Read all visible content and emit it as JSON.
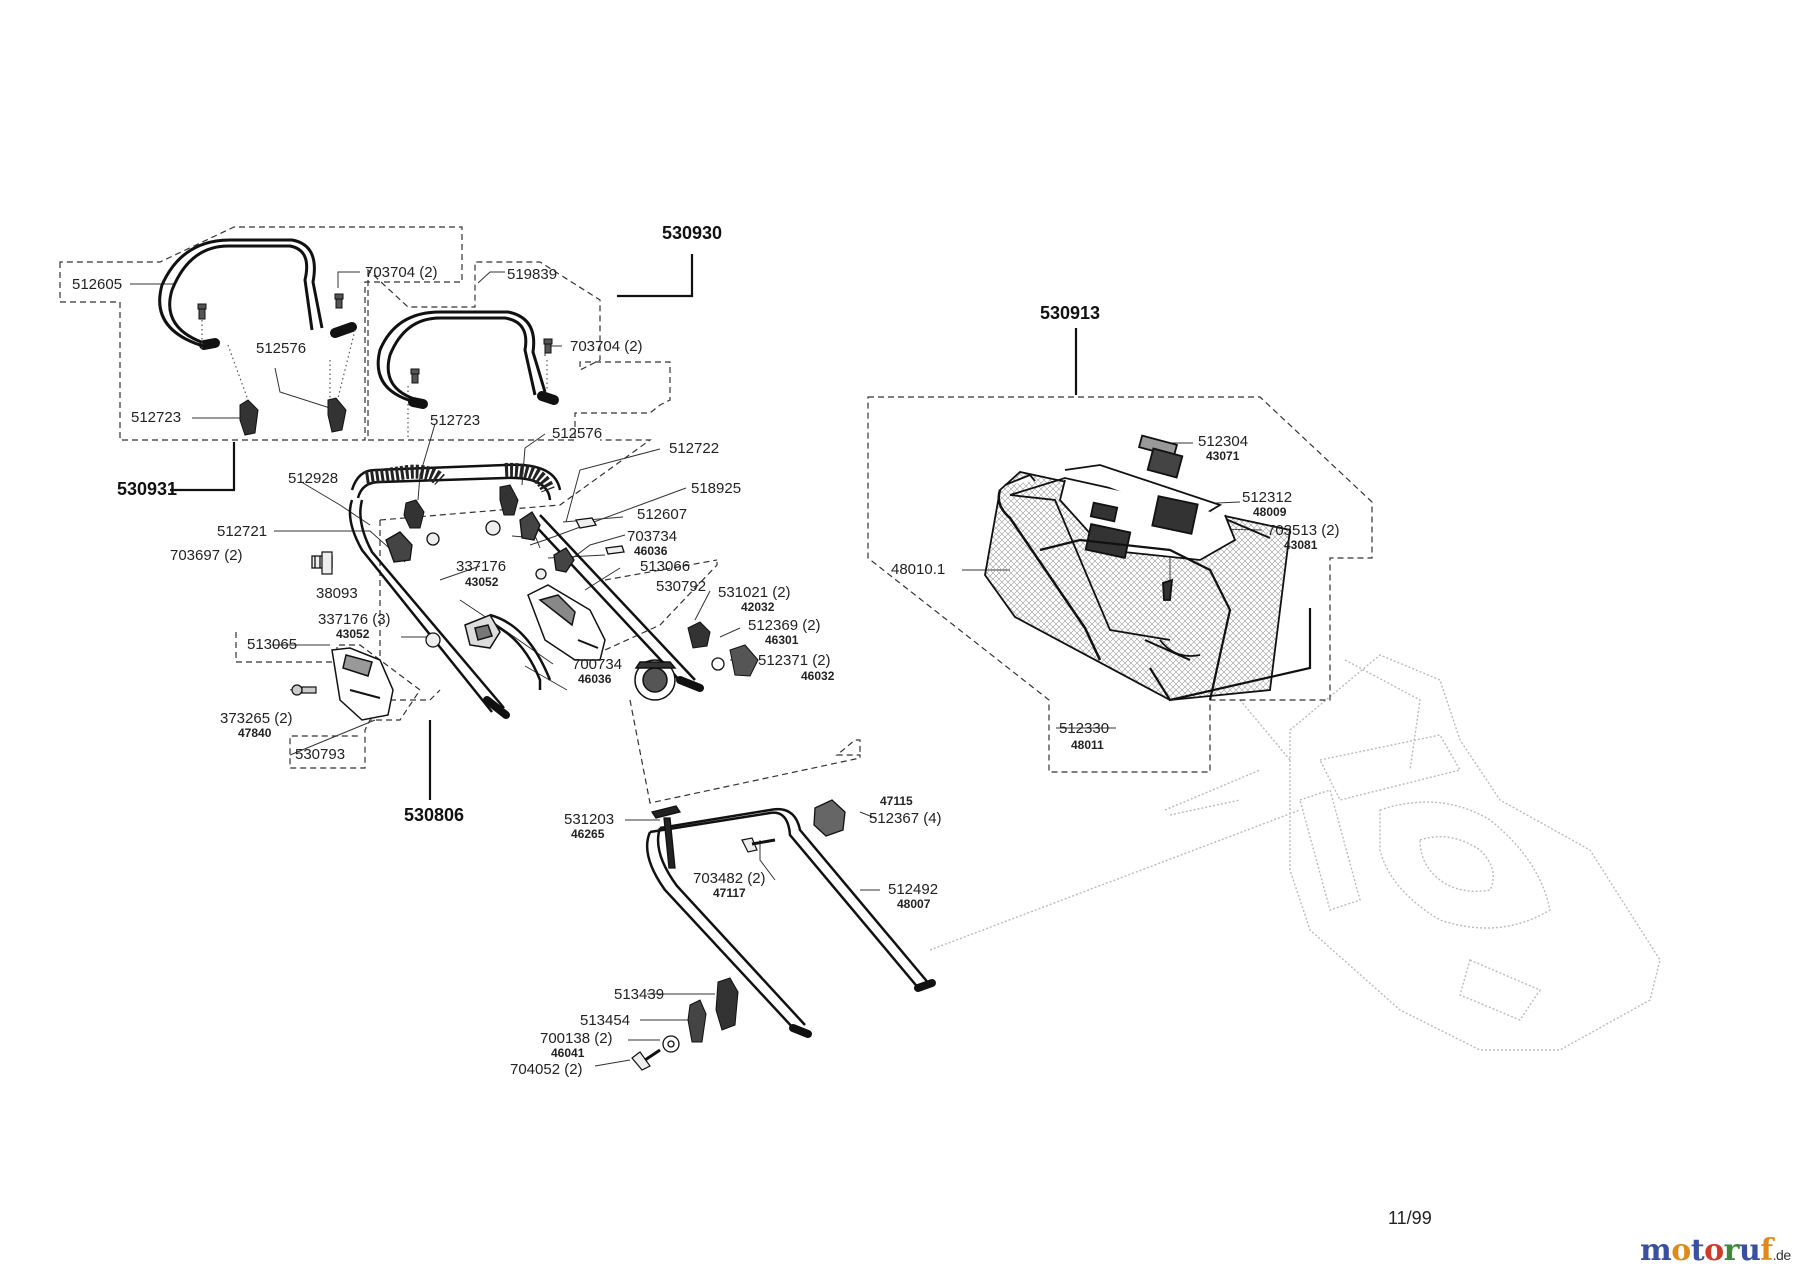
{
  "groups": {
    "g530930": "530930",
    "g530913": "530913",
    "g530931": "530931",
    "g530806": "530806"
  },
  "labels": {
    "a512605": "512605",
    "a703704_1": "703704 (2)",
    "a519839": "519839",
    "a703704_2": "703704 (2)",
    "a512576_1": "512576",
    "a512723_1": "512723",
    "a512723_2": "512723",
    "a512576_2": "512576",
    "a512722": "512722",
    "a512928": "512928",
    "a518925": "518925",
    "a512607": "512607",
    "a512721": "512721",
    "a703734": "703734",
    "c46036_1": "46036",
    "a703697": "703697 (2)",
    "a337176_1": "337176",
    "c43052_1": "43052",
    "a513066": "513066",
    "a530792": "530792",
    "a531021": "531021 (2)",
    "c42032": "42032",
    "a38093": "38093",
    "a337176_3": "337176 (3)",
    "c43052_2": "43052",
    "a512369": "512369 (2)",
    "c46301": "46301",
    "a513065": "513065",
    "a512371": "512371 (2)",
    "c46032": "46032",
    "a700734": "700734",
    "c46036_2": "46036",
    "a373265": "373265 (2)",
    "c47840": "47840",
    "a530793": "530793",
    "c47115": "47115",
    "a512367": "512367 (4)",
    "a531203": "531203",
    "c46265": "46265",
    "a703482": "703482 (2)",
    "c47117": "47117",
    "a512492": "512492",
    "c48007": "48007",
    "a513439": "513439",
    "a513454": "513454",
    "a700138": "700138 (2)",
    "c46041": "46041",
    "a704052": "704052 (2)",
    "a512304": "512304",
    "c43071": "43071",
    "a512312": "512312",
    "c48009": "48009",
    "a703513": "703513 (2)",
    "c43081": "43081",
    "a48010": "48010.1",
    "a512330": "512330",
    "c48011": "48011"
  },
  "footer": {
    "date": "11/99",
    "logo_main": "motoruf",
    "logo_tld": ".de"
  },
  "logo_colors": [
    "#3a4fa0",
    "#e08a1e",
    "#3a4fa0",
    "#d03a2a",
    "#3a8a3a",
    "#3a4fa0",
    "#e08a1e"
  ]
}
